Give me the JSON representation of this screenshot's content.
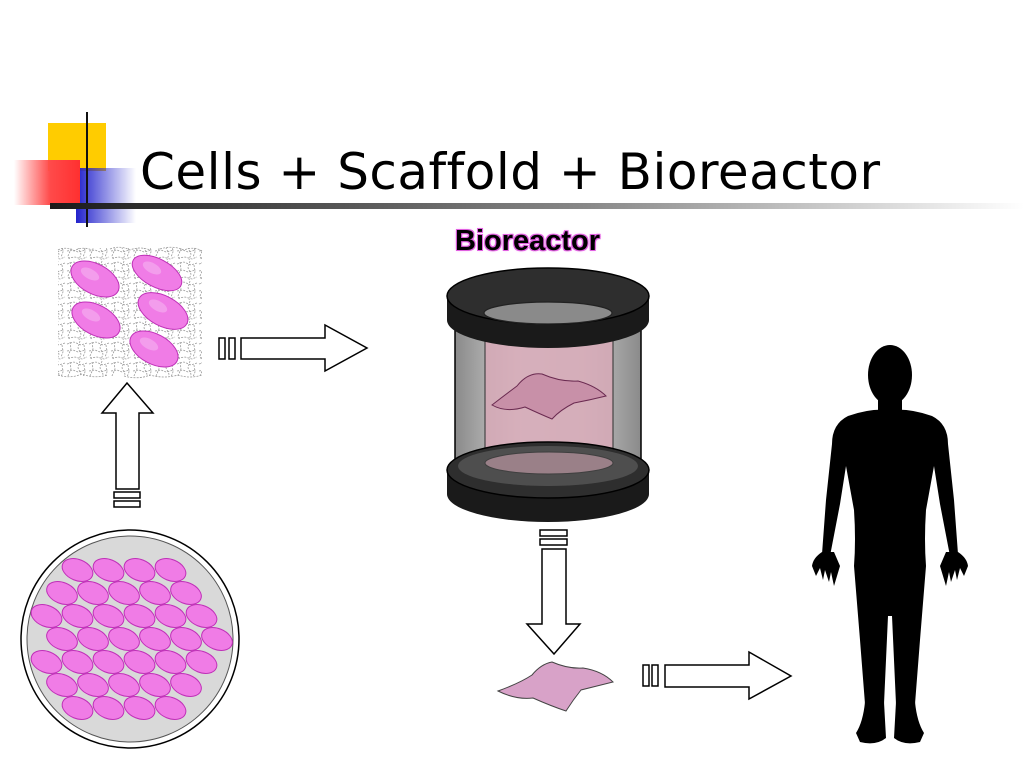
{
  "slide": {
    "title": "Cells + Scaffold + Bioreactor",
    "bioreactor_label": "Bioreactor"
  },
  "theme": {
    "square_yellow": "#ffcc00",
    "square_red": "#ff4040",
    "square_blue": "#2222cc",
    "cell_fill": "#f07ce6",
    "cell_stroke": "#c030b8",
    "tissue_fill": "#d8a2c8",
    "silhouette": "#000000"
  },
  "icons": [
    "scaffold-with-cells",
    "petri-dish",
    "bioreactor",
    "engineered-tissue",
    "human-silhouette"
  ]
}
